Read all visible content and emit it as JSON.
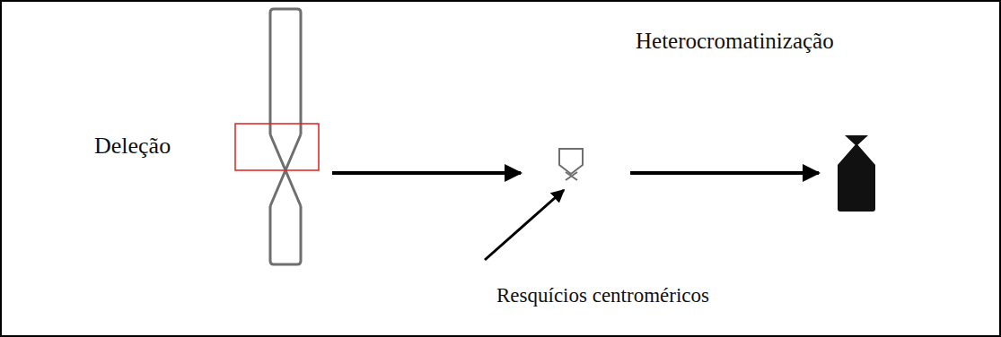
{
  "diagram": {
    "labels": [
      "Deleção",
      "Heterocromatinização",
      "Resquícios centroméricos"
    ]
  }
}
